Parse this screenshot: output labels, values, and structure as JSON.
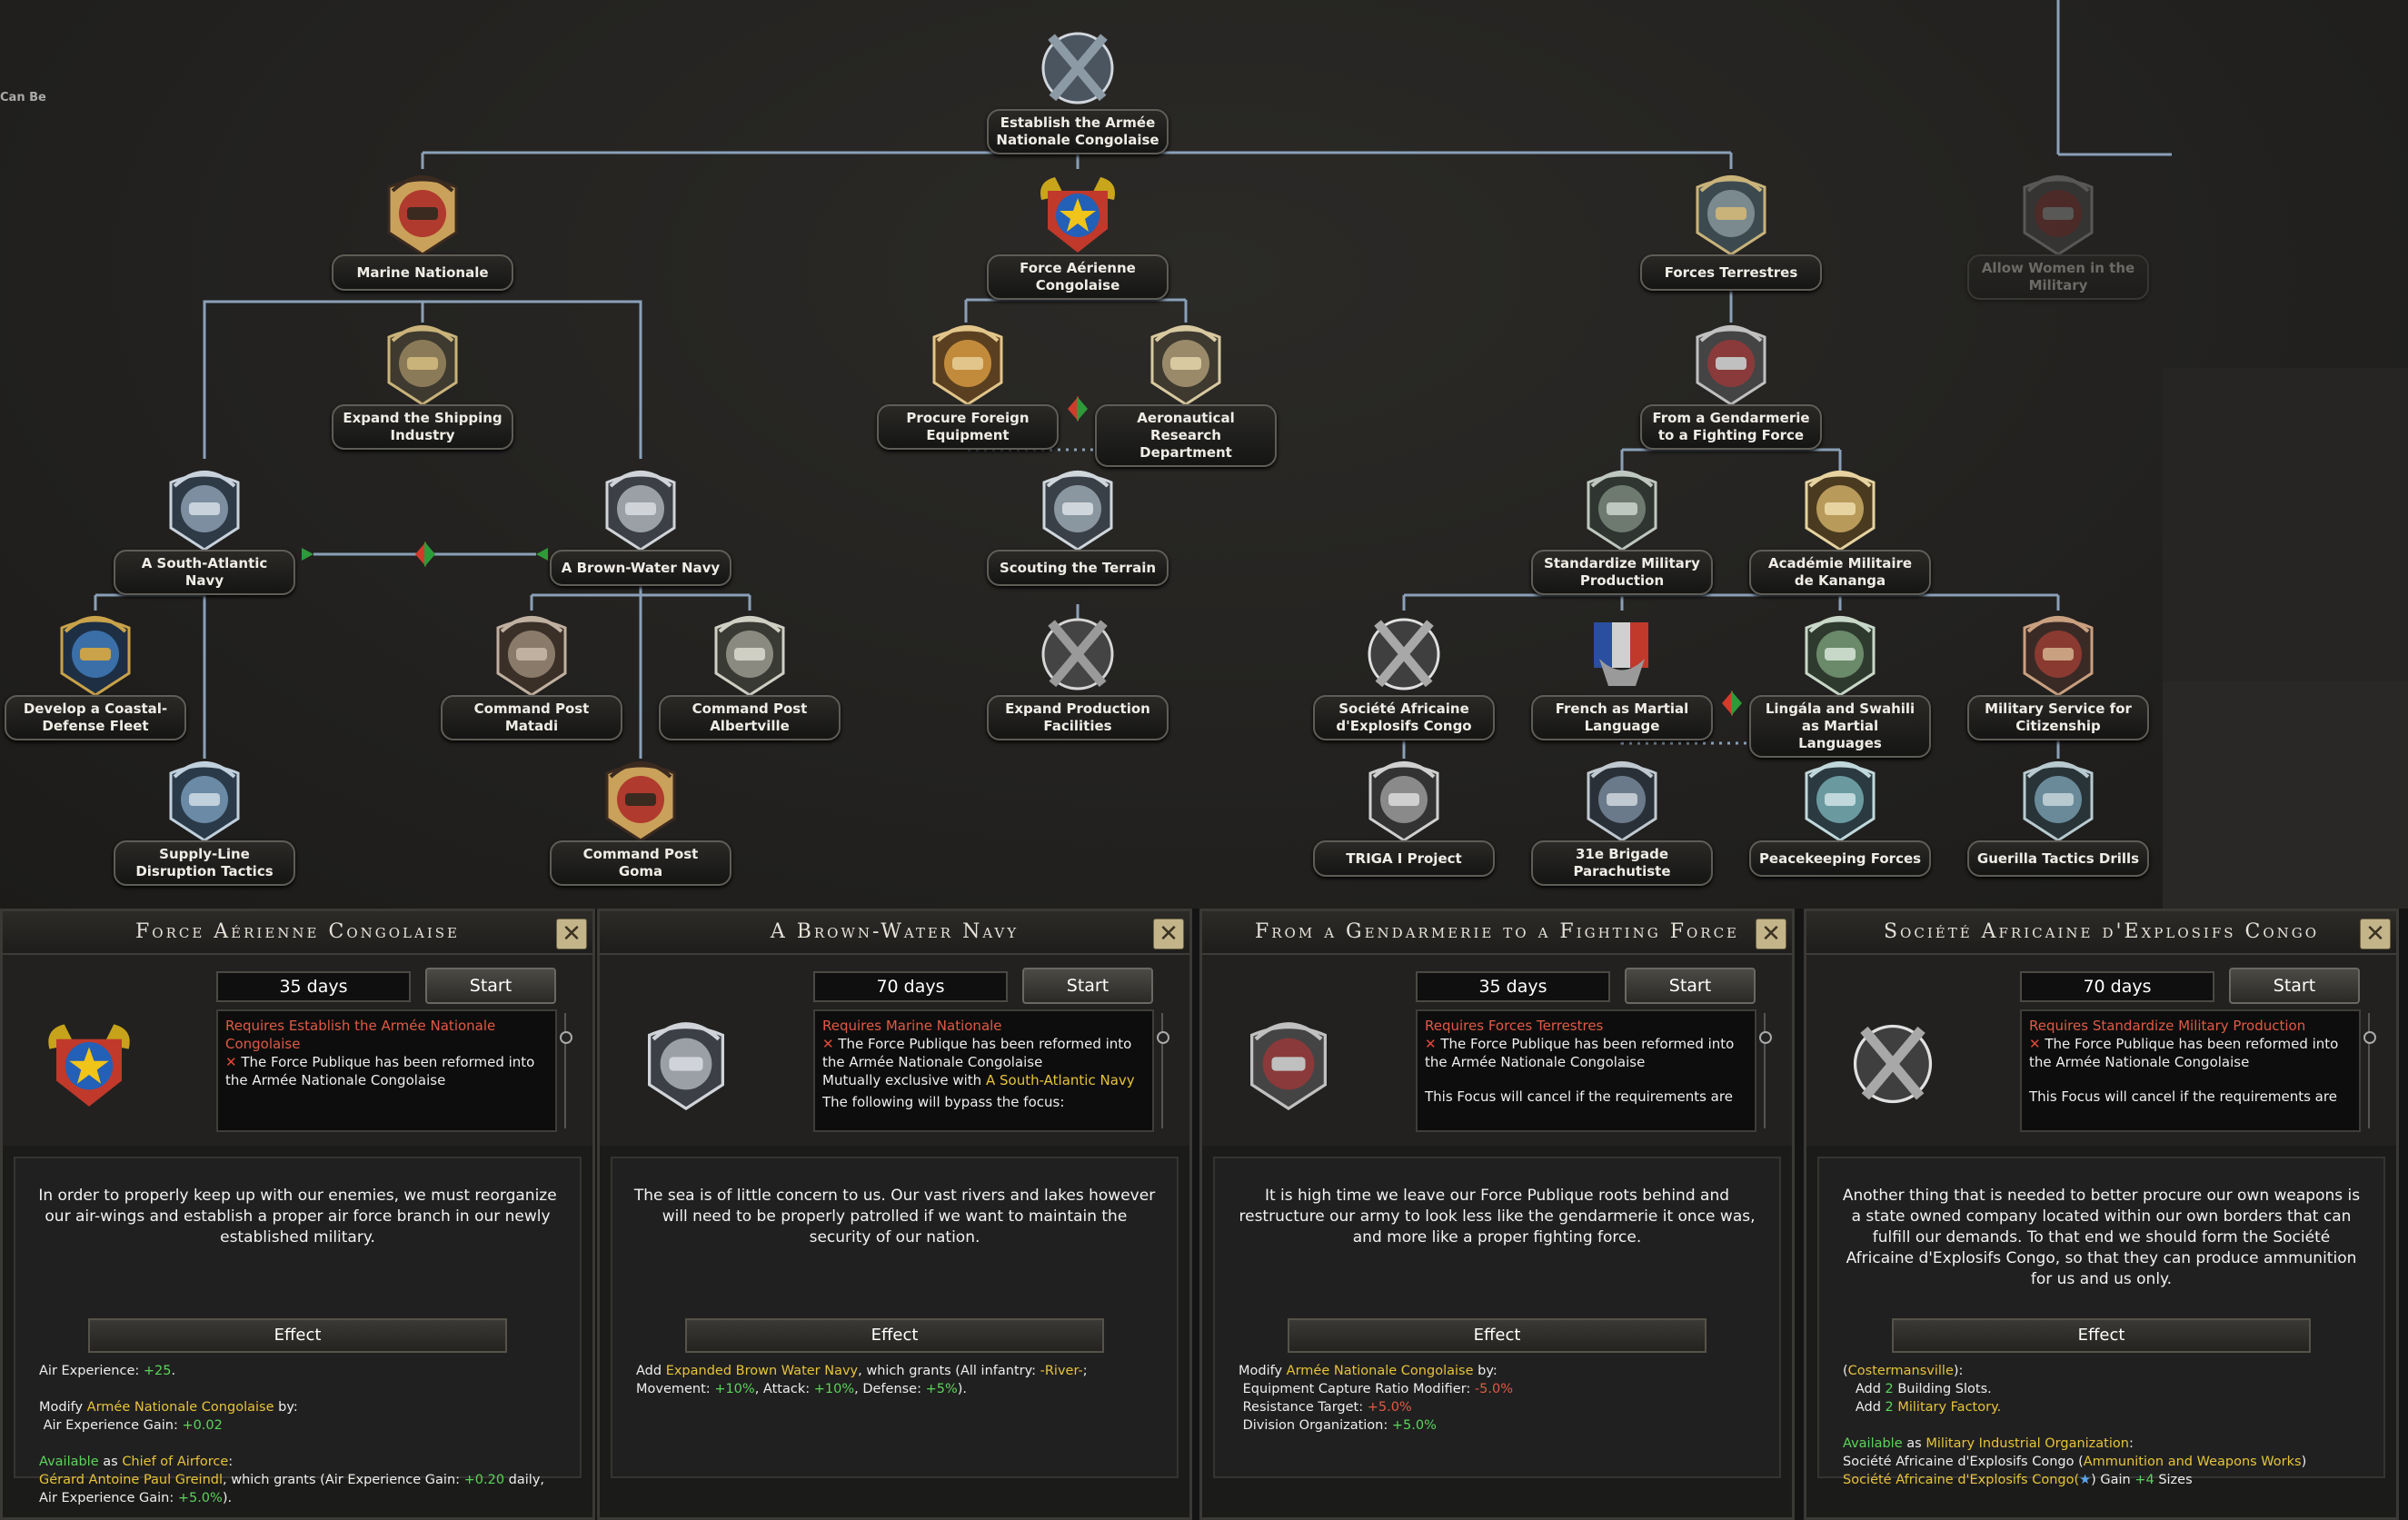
{
  "tree": {
    "nodes": [
      {
        "id": "n_establish",
        "label": "Establish the Armée Nationale Congolaise",
        "icon": "crossed-rifles-icon"
      },
      {
        "id": "n_marine",
        "label": "Marine Nationale",
        "icon": "anchor-shield-icon"
      },
      {
        "id": "n_fac",
        "label": "Force Aérienne Congolaise",
        "icon": "roundel-star-icon"
      },
      {
        "id": "n_terrestres",
        "label": "Forces Terrestres",
        "icon": "soldiers-shield-icon"
      },
      {
        "id": "n_allow",
        "label": "Allow Women in the Military",
        "icon": "women-soldiers-icon"
      },
      {
        "id": "n_shipping",
        "label": "Expand the Shipping Industry",
        "icon": "shipping-icon"
      },
      {
        "id": "n_procure",
        "label": "Procure Foreign Equipment",
        "icon": "handshake-icon"
      },
      {
        "id": "n_aero",
        "label": "Aeronautical Research Department",
        "icon": "jet-icon"
      },
      {
        "id": "n_gendarmerie",
        "label": "From a Gendarmerie to a Fighting Force",
        "icon": "helmet-rifles-icon"
      },
      {
        "id": "n_south",
        "label": "A South-Atlantic Navy",
        "icon": "warship-icon"
      },
      {
        "id": "n_brown",
        "label": "A Brown-Water Navy",
        "icon": "riverboat-icon"
      },
      {
        "id": "n_scouting",
        "label": "Scouting the Terrain",
        "icon": "recon-plane-icon"
      },
      {
        "id": "n_standardize",
        "label": "Standardize Military Production",
        "icon": "factory-icon"
      },
      {
        "id": "n_academie",
        "label": "Académie Militaire de Kananga",
        "icon": "academy-icon"
      },
      {
        "id": "n_coastal",
        "label": "Develop a Coastal-Defense Fleet",
        "icon": "coastal-boat-icon"
      },
      {
        "id": "n_matadi",
        "label": "Command Post Matadi",
        "icon": "command-post-icon"
      },
      {
        "id": "n_albertville",
        "label": "Command Post Albertville",
        "icon": "fort-icon"
      },
      {
        "id": "n_expandprod",
        "label": "Expand Production Facilities",
        "icon": "crossed-tools-icon"
      },
      {
        "id": "n_sace",
        "label": "Société Africaine d'Explosifs Congo",
        "icon": "crossed-shells-icon"
      },
      {
        "id": "n_french",
        "label": "French as Martial Language",
        "icon": "french-flag-icon"
      },
      {
        "id": "n_lingala",
        "label": "Lingála and Swahili as Martial Languages",
        "icon": "leopard-icon"
      },
      {
        "id": "n_service",
        "label": "Military Service for Citizenship",
        "icon": "officer-icon"
      },
      {
        "id": "n_supply",
        "label": "Supply-Line Disruption Tactics",
        "icon": "submarine-icon"
      },
      {
        "id": "n_goma",
        "label": "Command Post Goma",
        "icon": "flag-post-icon"
      },
      {
        "id": "n_triga",
        "label": "TRIGA I Project",
        "icon": "reactor-icon"
      },
      {
        "id": "n_brigade",
        "label": "31e Brigade Parachutiste",
        "icon": "paratroopers-icon"
      },
      {
        "id": "n_peace",
        "label": "Peacekeeping Forces",
        "icon": "peacekeeper-icon"
      },
      {
        "id": "n_guerilla",
        "label": "Guerilla Tactics Drills",
        "icon": "guerilla-icon"
      }
    ],
    "corner_label": "Can Be"
  },
  "panels": [
    {
      "title": "Force Aérienne Congolaise",
      "days": "35 days",
      "start": "Start",
      "icon": "roundel-star-icon",
      "req_line": "Requires Establish the Armée Nationale Congolaise",
      "req_detail": "The Force Publique has been reformed into the Armée Nationale Congolaise",
      "req_extra_1": "",
      "req_extra_2": "",
      "description": "In order to properly keep up with our enemies, we must reorganize our air-wings and establish a proper air force branch in our newly established military.",
      "effect_label": "Effect",
      "effects": {
        "l1a": "Air Experience: ",
        "l1b": "+25",
        ".": ".",
        "l2a": "Modify ",
        "l2b": "Armée Nationale Congolaise",
        "l2c": " by:",
        "l3a": "Air Experience Gain: ",
        "l3b": "+0.02",
        "l4a": "Available",
        "l4b": " as ",
        "l4c": "Chief of Airforce",
        ":": ":",
        "l5a": "Gérard Antoine Paul Greindl",
        "l5b": ", which grants (Air Experience Gain: ",
        "l5c": "+0.20",
        "l5d": " daily,",
        "l6a": "Air Experience Gain: ",
        "l6b": "+5.0%",
        "l6c": ")."
      }
    },
    {
      "title": "A Brown-Water Navy",
      "days": "70 days",
      "start": "Start",
      "icon": "riverboat-icon",
      "req_line": "Requires Marine Nationale",
      "req_detail": "The Force Publique has been reformed into the Armée Nationale Congolaise",
      "req_extra_1": "Mutually exclusive with ",
      "req_extra_1b": "A South-Atlantic Navy",
      "req_extra_2": "The following will bypass the focus:",
      "description": "The sea is of little concern to us. Our vast rivers and lakes however will need to be properly patrolled if we want to maintain the security of our nation.",
      "effect_label": "Effect",
      "effects": {
        "l1a": "Add ",
        "l1b": "Expanded Brown Water Navy",
        "l1c": ", which grants (All infantry: ",
        "l1d": "-River-",
        ";": ";",
        "l2a": "Movement: ",
        "l2b": "+10%",
        "l2c": ", Attack: ",
        "l2d": "+10%",
        "l2e": ", Defense: ",
        "l2f": "+5%",
        "l2g": ")."
      }
    },
    {
      "title": "From a Gendarmerie to a Fighting Force",
      "days": "35 days",
      "start": "Start",
      "icon": "helmet-rifles-icon",
      "req_line": "Requires Forces Terrestres",
      "req_detail": "The Force Publique has been reformed into the Armée Nationale Congolaise",
      "req_extra_2": "This Focus will cancel if the requirements are",
      "description": "It is high time we leave our Force Publique roots behind and restructure our army to look less like the gendarmerie it once was, and more like a proper fighting force.",
      "effect_label": "Effect",
      "effects": {
        "l1a": "Modify ",
        "l1b": "Armée Nationale Congolaise",
        "l1c": " by:",
        "l2a": "Equipment Capture Ratio Modifier: ",
        "l2b": "-5.0%",
        "l3a": "Resistance Target: ",
        "l3b": "+5.0%",
        "l4a": "Division Organization: ",
        "l4b": "+5.0%"
      }
    },
    {
      "title": "Société Africaine d'Explosifs Congo",
      "days": "70 days",
      "start": "Start",
      "icon": "crossed-shells-icon",
      "req_line": "Requires Standardize Military Production",
      "req_detail": "The Force Publique has been reformed into the Armée Nationale Congolaise",
      "req_extra_2": "This Focus will cancel if the requirements are",
      "description": "Another thing that is needed to better procure our own weapons is a state owned company located within our own borders that can fulfill our demands. To that end we should form the Société Africaine d'Explosifs Congo, so that they can produce ammunition for us and us only.",
      "effect_label": "Effect",
      "effects": {
        "l1a": "(",
        "l1b": "Costermansville",
        "l1c": "):",
        "l2a": "Add ",
        "l2b": "2",
        "l2c": " Building Slots.",
        "l3a": "Add ",
        "l3b": "2",
        "l3c": " Military Factory.",
        "l4a": "Available",
        "l4b": " as ",
        "l4c": "Military Industrial Organization",
        ":": ":",
        "l5a": "Société Africaine d'Explosifs Congo (",
        "l5b": "Ammunition and Weapons Works",
        "l5c": ")",
        "l6a": "Société Africaine d'Explosifs Congo(",
        "l6b": "★",
        "l6c": ") Gain ",
        "l6d": "+4",
        "l6e": " Sizes"
      }
    }
  ],
  "colors": {
    "line": "#8aa0b8",
    "req_red": "#e05a45",
    "highlight_yellow": "#e7c33a",
    "positive_green": "#5cd35c",
    "negative_red": "#e05a45",
    "close_button": "#c4b48a"
  }
}
